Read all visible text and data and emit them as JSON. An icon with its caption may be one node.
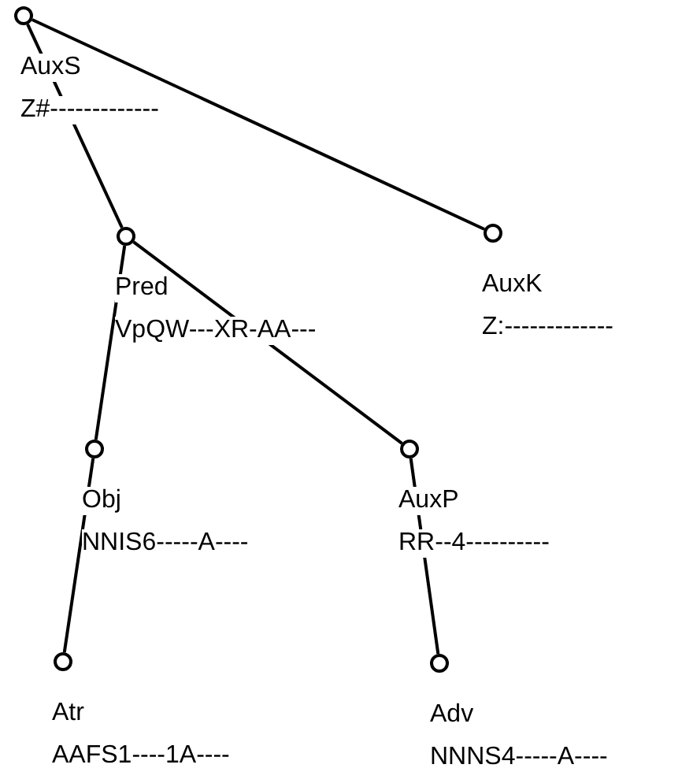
{
  "diagram": {
    "nodes": [
      {
        "text": [],
        "shape": "circle",
        "beside": [
          "AuxS",
          "Z#-------------"
        ]
      },
      {
        "text": [],
        "shape": "circle",
        "beside": [
          "Pred",
          "VpQW---XR-AA---"
        ]
      },
      {
        "text": [],
        "shape": "circle",
        "beside": [
          "AuxK",
          "Z:-------------"
        ]
      },
      {
        "text": [],
        "shape": "circle",
        "beside": [
          "Obj",
          "NNIS6-----A----"
        ]
      },
      {
        "text": [],
        "shape": "circle",
        "beside": [
          "AuxP",
          "RR--4----------"
        ]
      },
      {
        "text": [],
        "shape": "circle",
        "beside": [
          "Atr",
          "AAFS1----1A----"
        ]
      },
      {
        "text": [],
        "shape": "circle",
        "beside": [
          "Adv",
          "NNNS4-----A----"
        ]
      }
    ],
    "edges": [
      {
        "from": 0,
        "to": 1,
        "arrow": "none"
      },
      {
        "from": 0,
        "to": 2,
        "arrow": "none"
      },
      {
        "from": 1,
        "to": 3,
        "arrow": "none"
      },
      {
        "from": 1,
        "to": 4,
        "arrow": "none"
      },
      {
        "from": 3,
        "to": 5,
        "arrow": "none"
      },
      {
        "from": 4,
        "to": 6,
        "arrow": "none"
      }
    ]
  }
}
